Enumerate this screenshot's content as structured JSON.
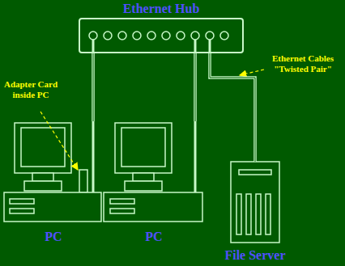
{
  "diagram": {
    "nodes": [
      {
        "text": [
          "Ethernet Hub"
        ]
      },
      {
        "text": [
          "PC"
        ]
      },
      {
        "text": [
          "PC"
        ]
      },
      {
        "text": [
          "File Server"
        ]
      }
    ],
    "edges": [
      {
        "from": 0,
        "to": 1,
        "arrow": "none"
      },
      {
        "from": 0,
        "to": 2,
        "arrow": "none"
      },
      {
        "from": 0,
        "to": 3,
        "arrow": "none"
      }
    ],
    "labels": [
      "Adapter Card inside PC",
      "Ethernet Cables \"Twisted Pair\""
    ]
  }
}
